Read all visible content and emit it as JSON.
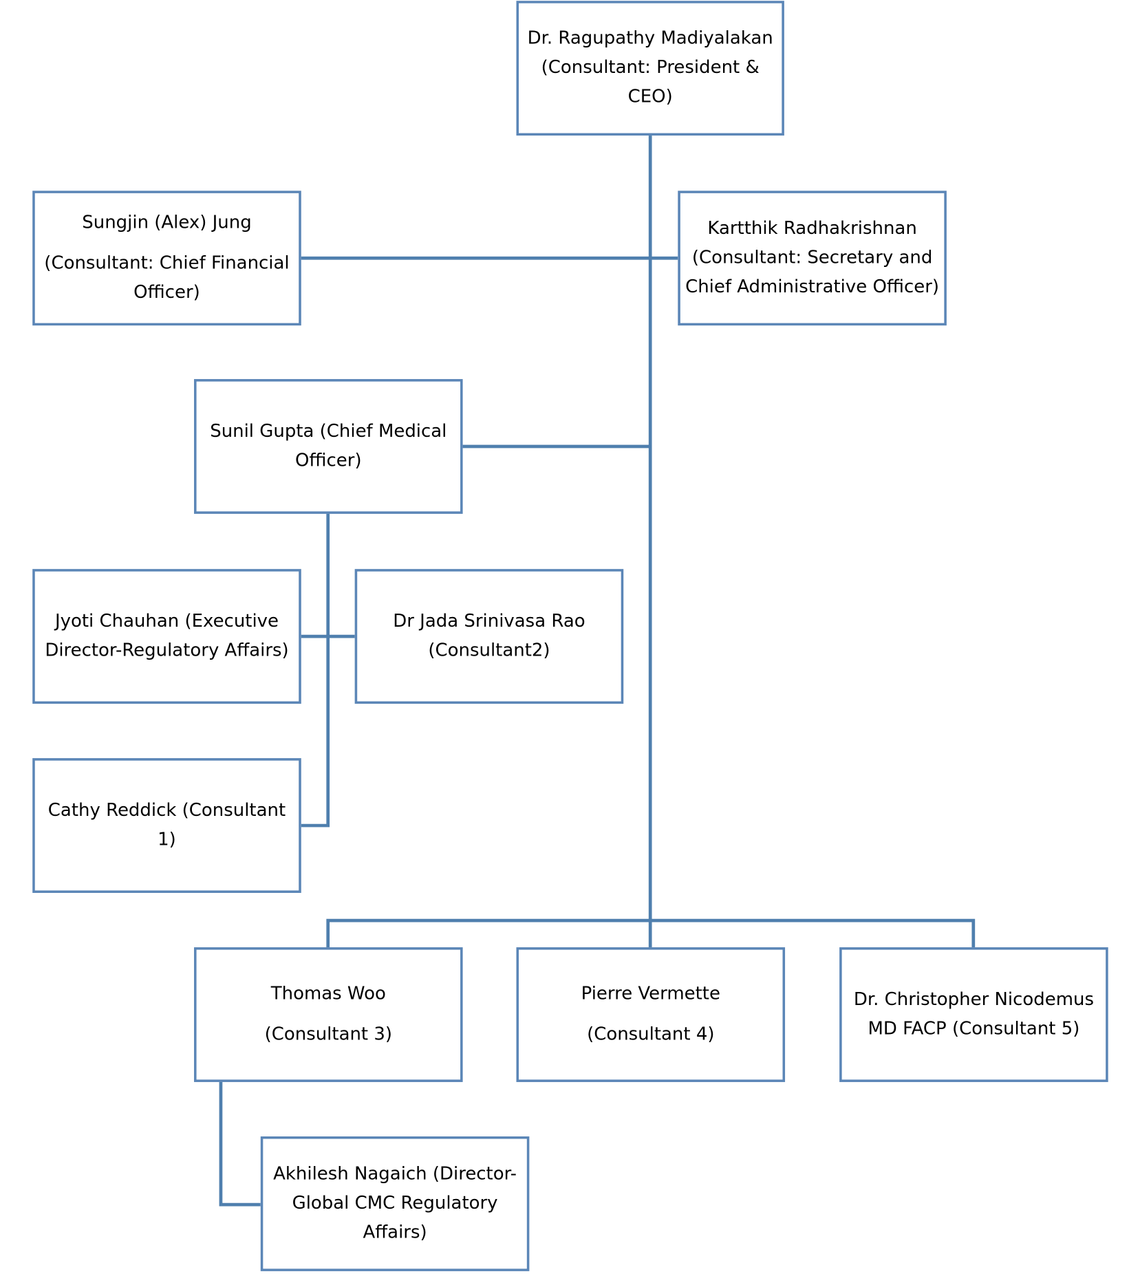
{
  "colors": {
    "line": "#4f7fae",
    "box_border": "#5b86b7",
    "box_fill": "#ffffff",
    "text": "#000000"
  },
  "nodes": {
    "ceo": {
      "name": "Dr. Ragupathy Madiyalakan",
      "title": "(Consultant: President & CEO)"
    },
    "cfo": {
      "name": "Sungjin (Alex) Jung",
      "title_line1": "(Consultant: Chief Financial",
      "title_line2": "Officer)"
    },
    "cao": {
      "name": "Kartthik Radhakrishnan",
      "title_line1": "(Consultant: Secretary and",
      "title_line2": "Chief Administrative Officer)"
    },
    "cmo": {
      "line1": "Sunil Gupta (Chief Medical",
      "line2": "Officer)"
    },
    "regulatory": {
      "line1": "Jyoti Chauhan (Executive",
      "line2": "Director-Regulatory Affairs)"
    },
    "consultant2": {
      "name": "Dr Jada Srinivasa Rao",
      "title": "(Consultant2)"
    },
    "consultant1": {
      "line1": "Cathy Reddick (Consultant 1)"
    },
    "consultant3": {
      "name": "Thomas Woo",
      "title": "(Consultant 3)"
    },
    "consultant4": {
      "name": "Pierre Vermette",
      "title": "(Consultant 4)"
    },
    "consultant5": {
      "line1": "Dr. Christopher Nicodemus",
      "line2": "MD FACP (Consultant 5)"
    },
    "cmc": {
      "line1": "Akhilesh Nagaich (Director-",
      "line2": "Global CMC Regulatory",
      "line3": "Affairs)"
    }
  }
}
